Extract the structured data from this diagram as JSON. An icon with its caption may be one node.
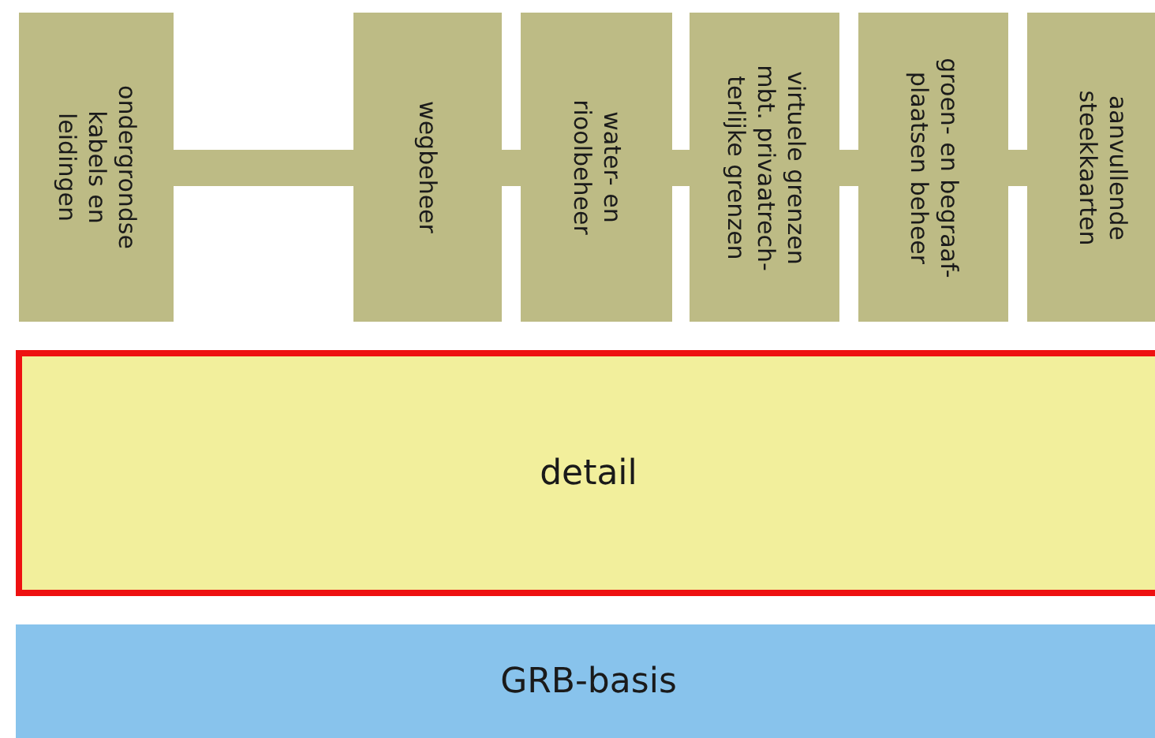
{
  "diagram": {
    "nodes": [
      {
        "text": [
          "ondergrondse kabels en leidingen"
        ]
      },
      {
        "text": [
          "wegbeheer"
        ]
      },
      {
        "text": [
          "water- en rioolbeheer"
        ]
      },
      {
        "text": [
          "virtuele grenzen mbt. privaatrech- terlijke grenzen"
        ]
      },
      {
        "text": [
          "groen- en begraaf- plaatsen beheer"
        ]
      },
      {
        "text": [
          "aanvullende steekkaarten"
        ]
      },
      {
        "text": [
          "detail"
        ]
      },
      {
        "text": [
          "GRB-basis"
        ]
      },
      {
        "text": [],
        "shape": "bar"
      },
      {
        "text": [],
        "shape": "bar"
      },
      {
        "text": [],
        "shape": "bar"
      },
      {
        "text": [],
        "shape": "bar"
      },
      {
        "text": [],
        "shape": "bar"
      }
    ]
  }
}
